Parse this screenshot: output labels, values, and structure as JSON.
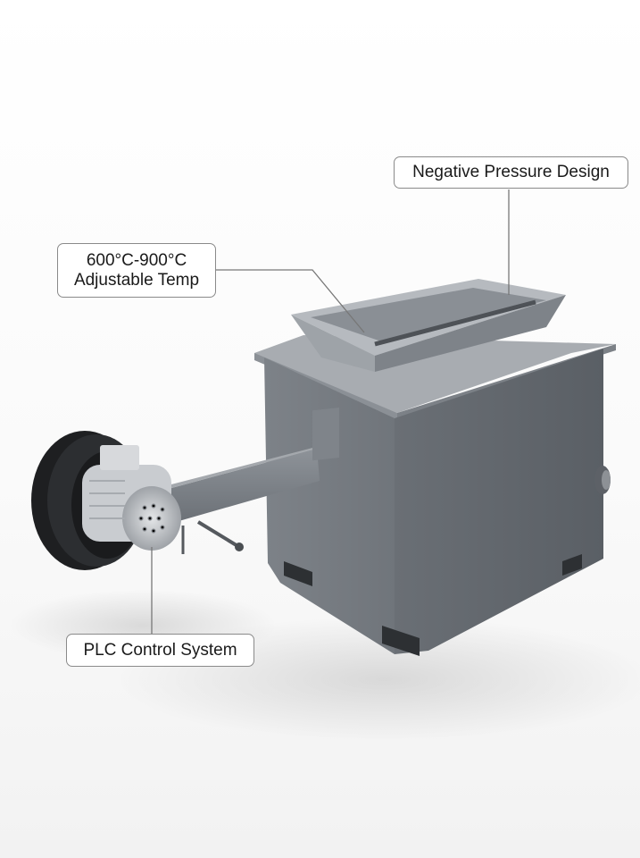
{
  "callouts": {
    "negative_pressure": {
      "text": "Negative Pressure Design"
    },
    "temperature": {
      "line1": "600°C-900°C",
      "line2": "Adjustable Temp"
    },
    "plc": {
      "text": "PLC Control System"
    }
  },
  "colors": {
    "body_gray": "#7b8087",
    "body_dark": "#5d6268",
    "hopper_light": "#b9bdc2",
    "burner_black": "#1e1f21",
    "motor_silver": "#c9ccd0",
    "leader_line": "#777777"
  }
}
